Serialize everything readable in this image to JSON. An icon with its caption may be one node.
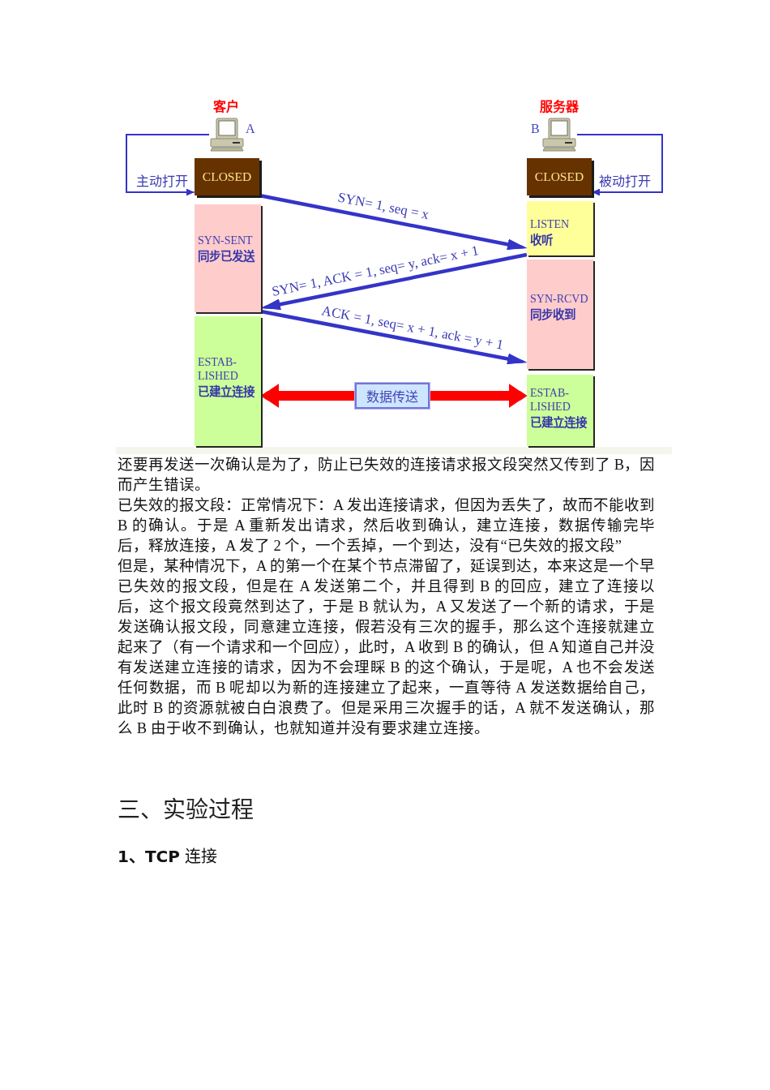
{
  "diagram": {
    "nodes": [
      {
        "text": [],
        "shape": "picture",
        "beside": [
          "客户",
          "A"
        ]
      },
      {
        "text": [
          "CLOSED"
        ]
      },
      {
        "text": [
          "SYN-SENT",
          "同步已发送"
        ]
      },
      {
        "text": [
          "ESTAB-LISHED",
          "已建立连接"
        ]
      },
      {
        "text": [],
        "shape": "picture",
        "beside": [
          "服务器",
          "B"
        ]
      },
      {
        "text": [
          "CLOSED"
        ]
      },
      {
        "text": [
          "LISTEN",
          "收听"
        ]
      },
      {
        "text": [
          "SYN-RCVD",
          "同步收到"
        ]
      },
      {
        "text": [
          "ESTAB-LISHED",
          "已建立连接"
        ]
      },
      {
        "text": [
          "数据传送"
        ]
      }
    ],
    "edges": [
      {
        "from": 0,
        "to": 1,
        "arrow": "to",
        "label": "主动打开"
      },
      {
        "from": 4,
        "to": 5,
        "arrow": "to",
        "label": "被动打开"
      },
      {
        "from": 1,
        "to": 6,
        "arrow": "to",
        "label": "SYN= 1, seq = x"
      },
      {
        "from": 6,
        "to": 2,
        "arrow": "to",
        "label": "SYN= 1, ACK = 1, seq= y, ack= x + 1"
      },
      {
        "from": 2,
        "to": 7,
        "arrow": "to",
        "label": "ACK = 1, seq= x + 1, ack = y + 1"
      },
      {
        "from": 9,
        "to": 3,
        "arrow": "to",
        "style": "thick",
        "color": "#ff0000"
      },
      {
        "from": 9,
        "to": 8,
        "arrow": "to",
        "style": "thick",
        "color": "#ff0000"
      }
    ],
    "labels": [
      "还要再发送一次确认是为了，防止已失效的连接请求报文段突然又传到了 B，因而产生错误。",
      "已失效的报文段：正常情况下：A 发出连接请求，但因为丢失了，故而不能收到 B 的确认。于是 A 重新发出请求，然后收到确认，建立连接，数据传输完毕后，释放连接，A 发了 2 个，一个丢掉，一个到达，没有“已失效的报文段”",
      "但是，某种情况下，A 的第一个在某个节点滞留了，延误到达，本来这是一个早已失效的报文段，但是在 A 发送第二个，并且得到 B 的回应，建立了连接以后，这个报文段竟然到达了，于是 B 就认为，A 又发送了一个新的请求，于是发送确认报文段，同意建立连接，假若没有三次的握手，那么这个连接就建立起来了（有一个请求和一个回应），此时，A 收到 B 的确认，但 A 知道自己并没有发送建立连接的请求，因为不会理睬 B 的这个确认，于是呢，A 也不会发送任何数据，而 B 呢却以为新的连接建立了起来，一直等待 A 发送数据给自己，此时 B 的资源就被白白浪费了。但是采用三次握手的话，A 就不发送确认，那么 B 由于收不到确认，也就知道并没有要求建立连接。",
      "三、实验过程",
      "**1、TCP** 连接"
    ]
  }
}
